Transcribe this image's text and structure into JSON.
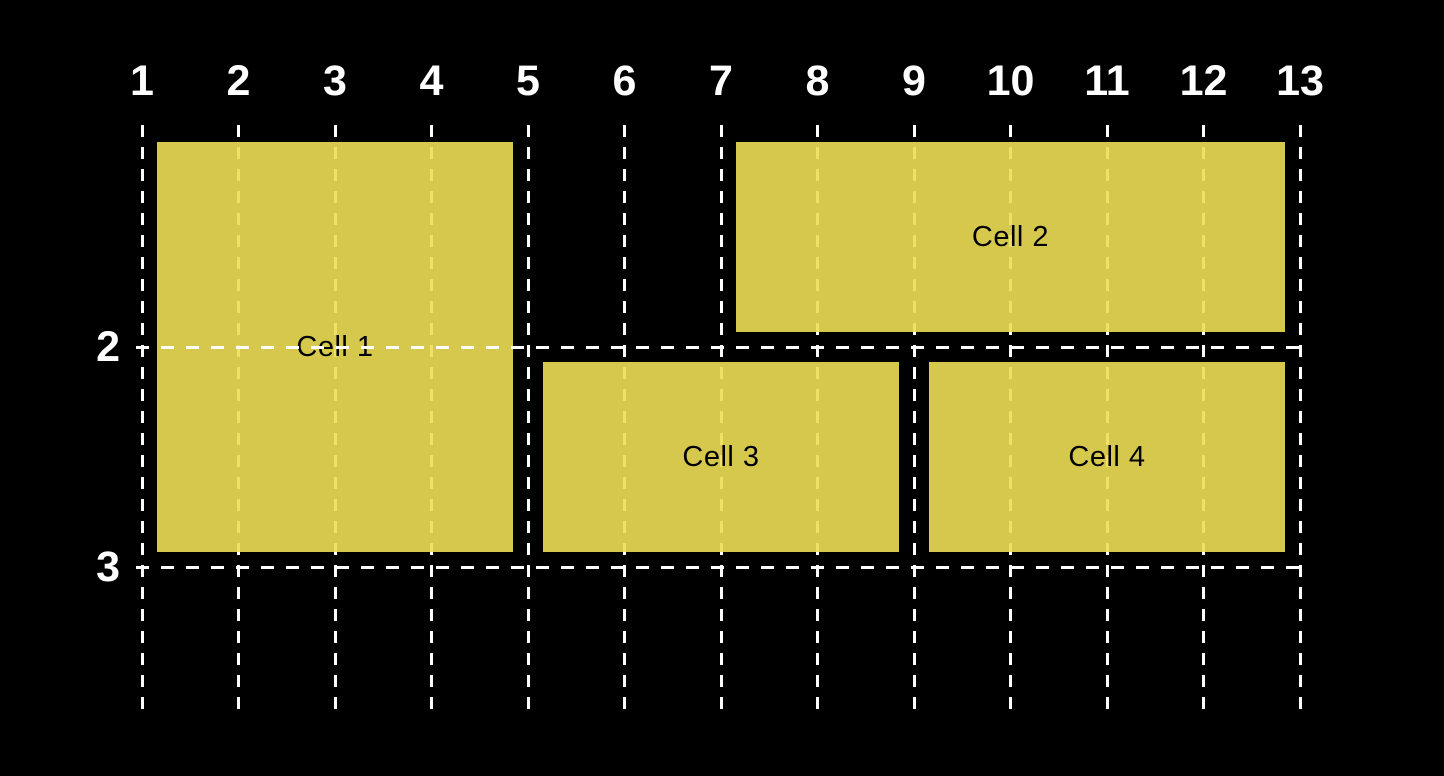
{
  "diagram": {
    "type": "css-grid-line-number-diagram",
    "column_line_labels": [
      "1",
      "2",
      "3",
      "4",
      "5",
      "6",
      "7",
      "8",
      "9",
      "10",
      "11",
      "12",
      "13"
    ],
    "row_line_labels": [
      {
        "label": "2",
        "line": 2
      },
      {
        "label": "3",
        "line": 3
      }
    ],
    "cells": [
      {
        "label": "Cell 1",
        "column_start": 1,
        "column_end": 5,
        "row_start": 1,
        "row_end": 3
      },
      {
        "label": "Cell 2",
        "column_start": 7,
        "column_end": 13,
        "row_start": 1,
        "row_end": 2
      },
      {
        "label": "Cell 3",
        "column_start": 5,
        "column_end": 9,
        "row_start": 2,
        "row_end": 3
      },
      {
        "label": "Cell 4",
        "column_start": 9,
        "column_end": 13,
        "row_start": 2,
        "row_end": 3
      }
    ],
    "colors": {
      "background": "#000000",
      "cell_fill": "#d5c84c",
      "grid_line": "#ffffff",
      "cell_text": "#000000",
      "line_number_text": "#ffffff"
    }
  }
}
